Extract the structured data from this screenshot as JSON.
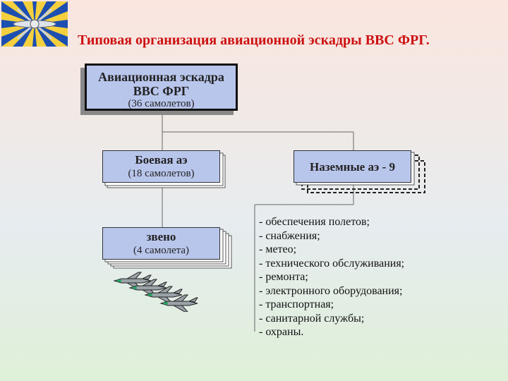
{
  "title": "Типовая организация авиационной эскадры ВВС ФРГ.",
  "colors": {
    "title": "#cc1111",
    "box_fill": "#b9c6ec",
    "logo_blue": "#1d4fb0",
    "logo_yellow": "#f4d03f"
  },
  "main": {
    "line1": "Авиационная эскадра",
    "line2": "ВВС ФРГ",
    "line3": "(36 самолетов)"
  },
  "combat": {
    "line1": "Боевая аэ",
    "line2": "(18 самолетов)"
  },
  "ground": {
    "line1": "Наземные аэ - 9"
  },
  "flight": {
    "line1": "звено",
    "line2": "(4 самолета)"
  },
  "services": [
    "- обеспечения полетов;",
    "- снабжения;",
    "- метео;",
    "- технического обслуживания;",
    "- ремонта;",
    "- электронного оборудования;",
    "- транспортная;",
    "- санитарной службы;",
    "- охраны."
  ],
  "icons": {
    "logo": "air-force-emblem-icon",
    "aircraft": "fighter-jet-icon"
  }
}
